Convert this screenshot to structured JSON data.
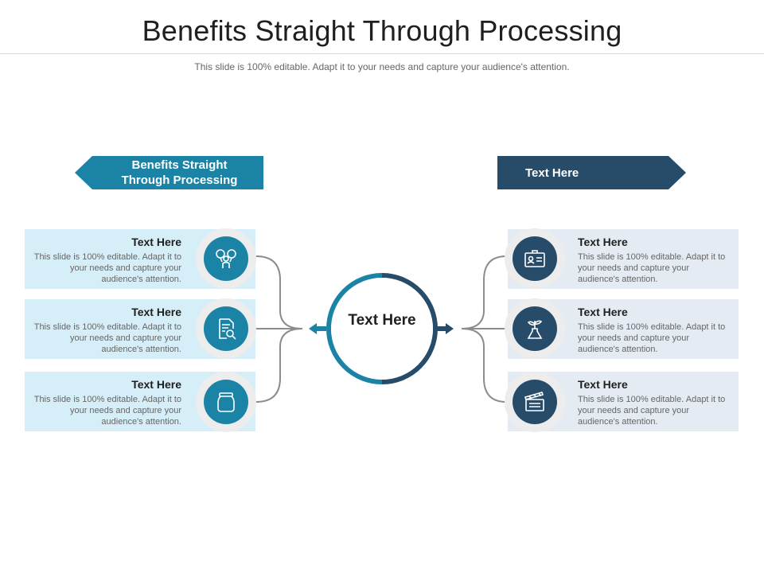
{
  "title": "Benefits Straight Through Processing",
  "subtitle": "This slide is 100% editable. Adapt it to your needs and capture your audience's attention.",
  "banners": {
    "left": "Benefits Straight Through Processing",
    "right": "Text Here"
  },
  "hub": {
    "label": "Text Here"
  },
  "left_items": [
    {
      "title": "Text Here",
      "desc": "This slide is 100% editable. Adapt it to your needs and capture your audience's attention.",
      "icon": "team-icon"
    },
    {
      "title": "Text Here",
      "desc": "This slide is 100% editable. Adapt it to your needs and capture your audience's attention.",
      "icon": "document-search-icon"
    },
    {
      "title": "Text Here",
      "desc": "This slide is 100% editable. Adapt it to your needs and capture your audience's attention.",
      "icon": "jar-icon"
    }
  ],
  "right_items": [
    {
      "title": "Text Here",
      "desc": "This slide is 100% editable. Adapt it to your needs and capture your audience's attention.",
      "icon": "id-card-icon"
    },
    {
      "title": "Text Here",
      "desc": "This slide is 100% editable. Adapt it to your needs and capture your audience's attention.",
      "icon": "plant-flask-icon"
    },
    {
      "title": "Text Here",
      "desc": "This slide is 100% editable. Adapt it to your needs and capture your audience's attention.",
      "icon": "clapperboard-icon"
    }
  ],
  "colors": {
    "teal": "#1b84a6",
    "navy": "#274c6a",
    "left_card_bg": "#d6eef8",
    "right_card_bg": "#e4ebf3"
  }
}
